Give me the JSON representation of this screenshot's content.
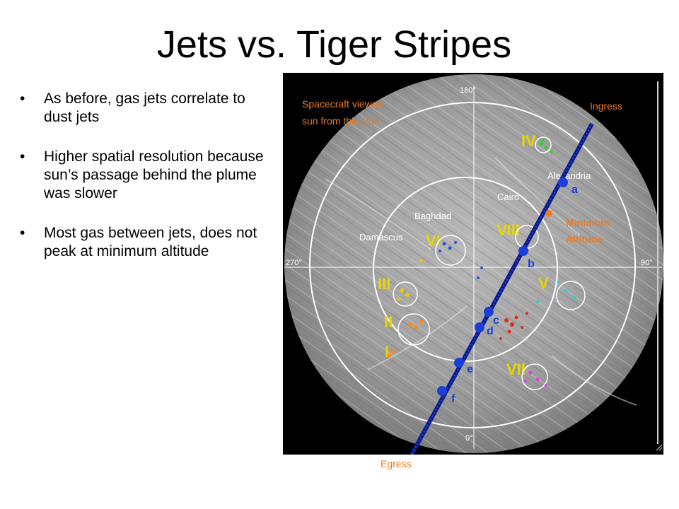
{
  "slide": {
    "title": "Jets vs. Tiger Stripes",
    "bullets": [
      "As before, gas jets correlate to dust jets",
      "Higher spatial resolution because sun’s passage behind the plume was slower",
      "Most gas between jets, does not peak at minimum altitude"
    ]
  },
  "figure": {
    "spacecraft_note_line1": "Spacecraft viewed",
    "spacecraft_note_line2": "sun from this side",
    "ingress": "Ingress",
    "egress": "Egress",
    "minimum_line1": "Minimum",
    "minimum_line2": "Altitude",
    "axis_top": "180°",
    "axis_bottom": "0°",
    "axis_left": "270°",
    "axis_right": "90°",
    "regions": [
      "Alexandria",
      "Cairo",
      "Baghdad",
      "Damascus"
    ],
    "stripe_labels": [
      "IV",
      "VIII",
      "VI",
      "III",
      "II",
      "I",
      "V",
      "VII"
    ],
    "jet_labels": [
      "a",
      "b",
      "c",
      "d",
      "e",
      "f"
    ],
    "colors": {
      "accent": "#f07a1e",
      "track": "#0a1a8a",
      "jet": "#1b3fd8",
      "stripe": "#e8d500"
    }
  }
}
